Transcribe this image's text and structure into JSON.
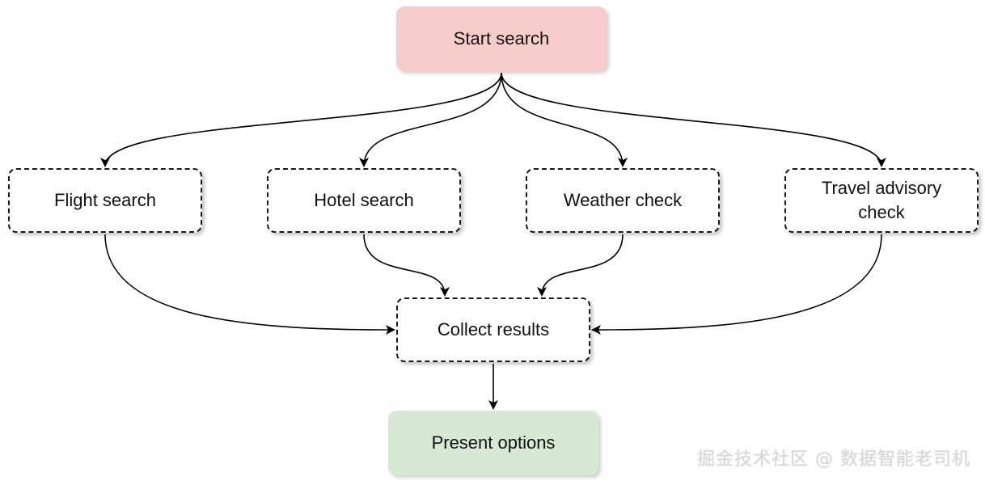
{
  "nodes": {
    "start": "Start search",
    "flight": "Flight search",
    "hotel": "Hotel search",
    "weather": "Weather check",
    "travel": "Travel advisory check",
    "collect": "Collect results",
    "present": "Present options"
  },
  "colors": {
    "start_fill": "#f7cdcc",
    "present_fill": "#d7e8d4",
    "task_fill": "#ffffff",
    "line": "#000000"
  },
  "watermark": "掘金技术社区 @ 数据智能老司机"
}
